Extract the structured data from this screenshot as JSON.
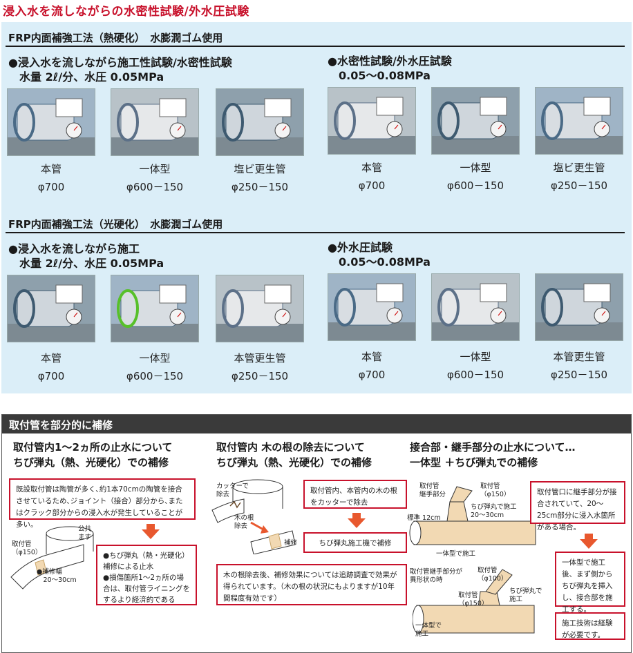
{
  "top_title": "浸入水を流しながらの水密性試験/外水圧試験",
  "section1": {
    "header": "FRP内面補強工法（熱硬化）　水膨潤ゴム使用",
    "left": {
      "title_line1": "●浸入水を流しながら施工性試験/水密性試験",
      "title_line2": "　水量 2ℓ/分、水圧 0.05MPa",
      "items": [
        {
          "name": "本管",
          "size": "φ700"
        },
        {
          "name": "一体型",
          "size": "φ600－150"
        },
        {
          "name": "塩ビ更生管",
          "size": "φ250－150"
        }
      ]
    },
    "right": {
      "title_line1": "●水密性試験/外水圧試験",
      "title_line2": "　0.05～0.08MPa",
      "items": [
        {
          "name": "本管",
          "size": "φ700"
        },
        {
          "name": "一体型",
          "size": "φ600－150"
        },
        {
          "name": "塩ビ更生管",
          "size": "φ250－150"
        }
      ]
    }
  },
  "section2": {
    "header": "FRP内面補強工法（光硬化）　水膨潤ゴム使用",
    "left": {
      "title_line1": "●浸入水を流しながら施工",
      "title_line2": "　水量 2ℓ/分、水圧 0.05MPa",
      "items": [
        {
          "name": "本管",
          "size": "φ700"
        },
        {
          "name": "一体型",
          "size": "φ600－150"
        },
        {
          "name": "本管更生管",
          "size": "φ250－150"
        }
      ]
    },
    "right": {
      "title_line1": "●外水圧試験",
      "title_line2": "　0.05～0.08MPa",
      "items": [
        {
          "name": "本管",
          "size": "φ700"
        },
        {
          "name": "一体型",
          "size": "φ600－150"
        },
        {
          "name": "本管更生管",
          "size": "φ250－150"
        }
      ]
    }
  },
  "bottom": {
    "header": "取付管を部分的に補修",
    "col1": {
      "title": "取付管内1～2ヵ所の止水について\nちび弾丸（熱、光硬化）での補修",
      "box1": "既設取付管は陶管が多く､約1本70cmの陶管を接合させているため､ジョイント（接合）部分から､またはクラック部分からの浸入水が発生していることが多い。",
      "box2_line1": "●ちび弾丸（熱・光硬化）補修による止水",
      "box2_line2": "●損傷箇所1～2ヵ所の場合は、取付管ライニングをするより経済的である",
      "label_pipe": "取付管\n（φ150）",
      "label_main": "公共\nます",
      "label_repair": "●補修幅\n　20～30cm"
    },
    "col2": {
      "title": "取付管内 木の根の除去について\nちび弾丸（熱、光硬化）での補修",
      "box1": "取付管内、本管内の木の根をカッターで除去",
      "box2": "ちび弾丸施工機で補修",
      "box3": "木の根除去後、補修効果については追跡調査で効果が得られています。（木の根の状況にもよりますが10年間程度有効です）",
      "label_cutter": "カッターで\n除去",
      "label_root": "木の根\n除去",
      "label_repair": "補修"
    },
    "col3": {
      "title": "接合部・継手部分の止水について…\n一体型 ＋ちび弾丸での補修",
      "box1": "取付管口に継手部分が接合されていて、20～25cm部分に浸入水箇所がある場合。",
      "box2": "一体型で施工後、まず側からちび弾丸を挿入し、接合部を施工する。",
      "box3": "施工技術は経験が必要です。",
      "label_joint": "取付管\n継手部分",
      "label_pipe150": "取付管\n（φ150）",
      "label_chibi": "ちび弾丸で施工\n20～30cm",
      "label_std": "標準 12cm",
      "label_ittai": "一体型で施工",
      "label_irregular": "取付管継手部分が\n異形状の時",
      "label_pipe100": "取付管\n（φ100）",
      "label_pipe150b": "取付管\n（φ150）",
      "label_chibi2": "ちび弾丸で\n施工",
      "label_ittai2": "一体型で\n施工"
    }
  }
}
